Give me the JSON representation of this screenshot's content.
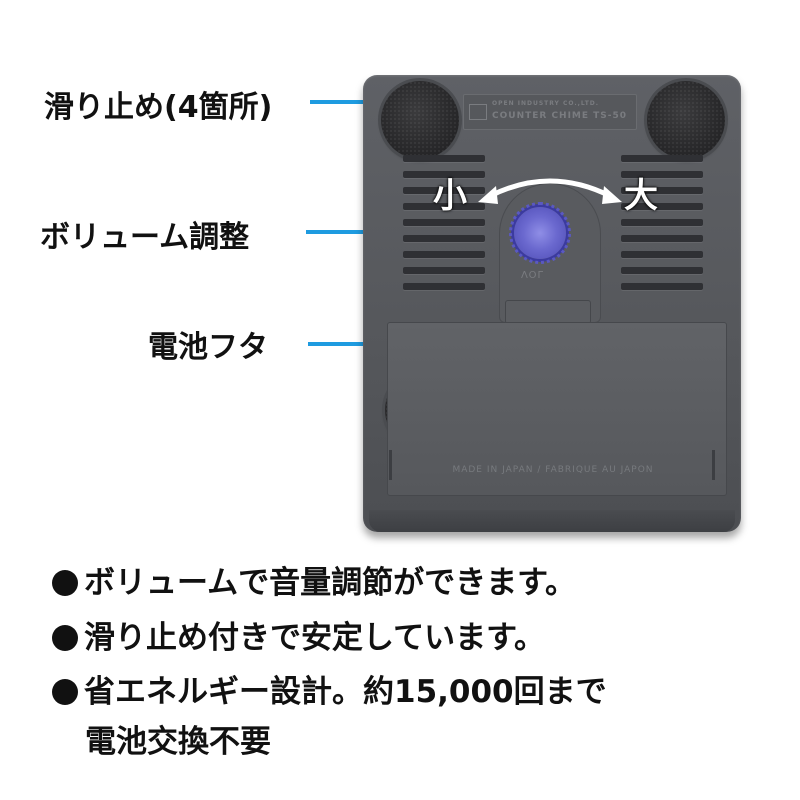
{
  "callouts": {
    "anti_slip": "滑り止め(4箇所)",
    "volume": "ボリューム調整",
    "battery_cover": "電池フタ"
  },
  "device": {
    "volume_small": "小",
    "volume_large": "大",
    "plate_maker": "OPEN INDUSTRY CO.,LTD.",
    "plate_model": "COUNTER CHIME TS-50",
    "dial_label": "VOL",
    "origin": "MADE IN JAPAN / FABRIQUE AU JAPON"
  },
  "features": [
    "ボリュームで音量調節ができます。",
    "滑り止め付きで安定しています。",
    "省エネルギー設計。約15,000回まで"
  ],
  "features_continuation": "電池交換不要",
  "colors": {
    "arrow": "#1e9be0",
    "device_body": "#5a5c60",
    "dial": "#6b69cf"
  }
}
